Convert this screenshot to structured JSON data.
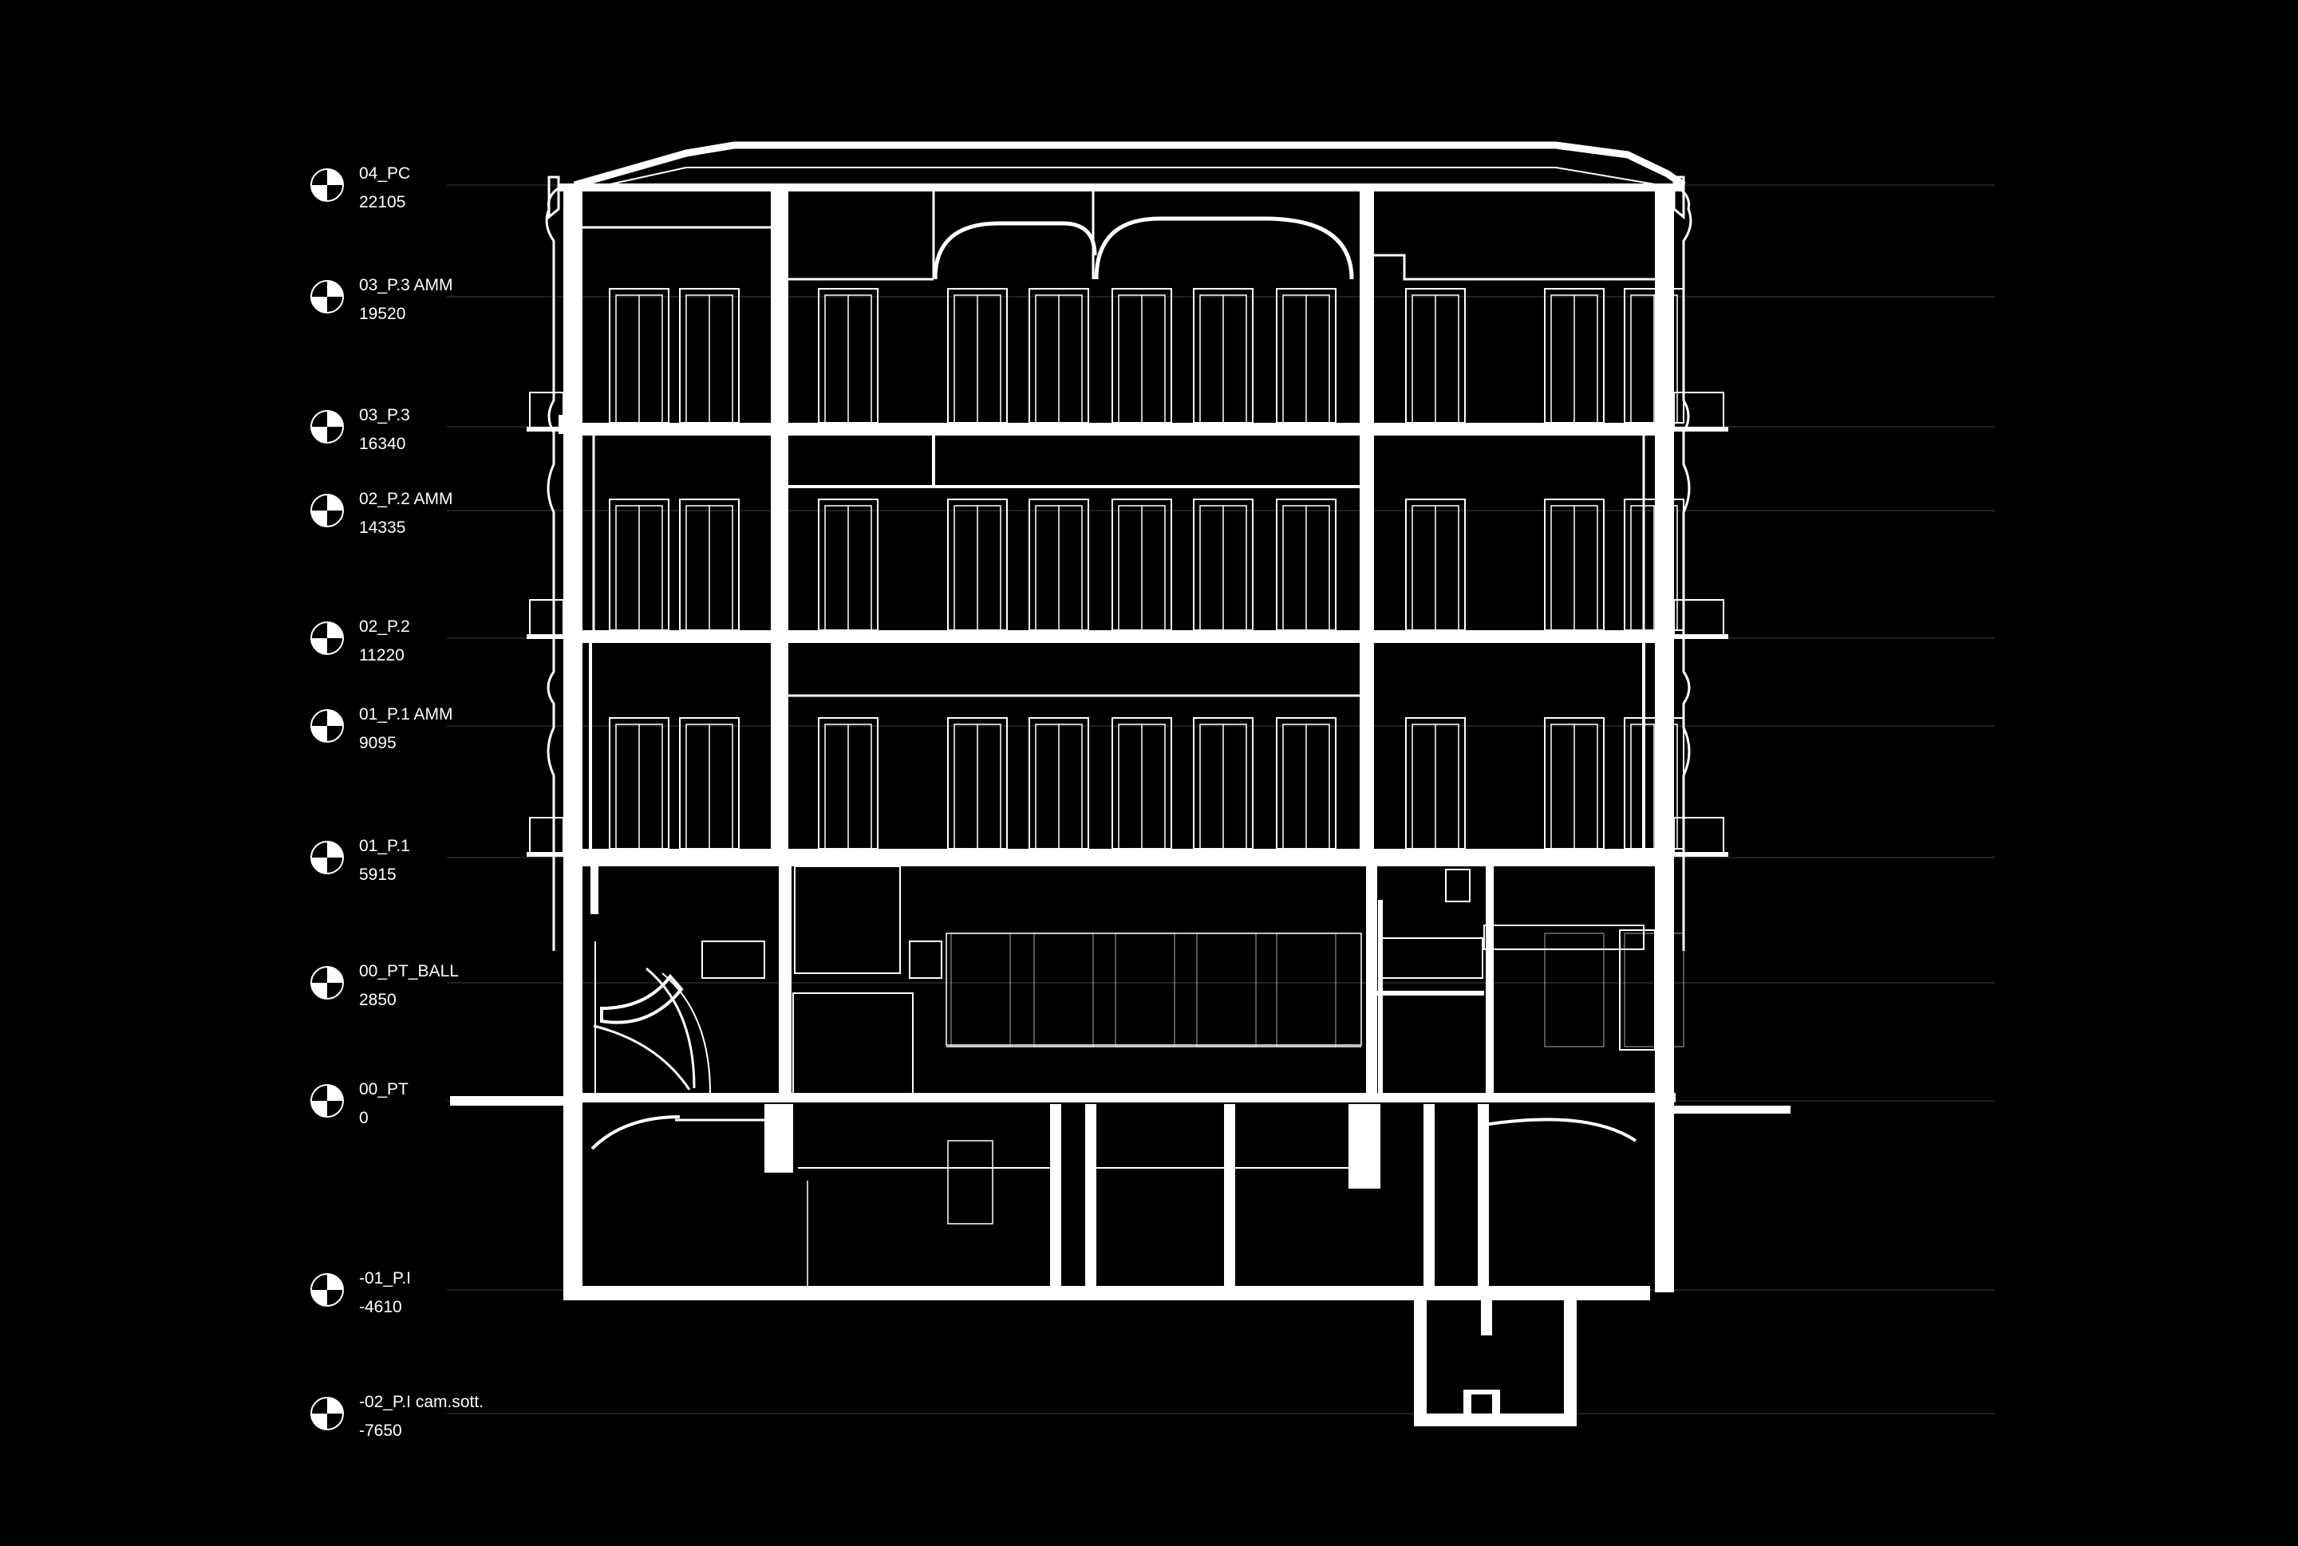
{
  "colors": {
    "background": "#000000",
    "line": "#ffffff"
  },
  "levels": [
    {
      "name": "04_PC",
      "elevation": "22105"
    },
    {
      "name": "03_P.3 AMM",
      "elevation": "19520"
    },
    {
      "name": "03_P.3",
      "elevation": "16340"
    },
    {
      "name": "02_P.2 AMM",
      "elevation": "14335"
    },
    {
      "name": "02_P.2",
      "elevation": "11220"
    },
    {
      "name": "01_P.1 AMM",
      "elevation": "9095"
    },
    {
      "name": "01_P.1",
      "elevation": "5915"
    },
    {
      "name": "00_PT_BALL",
      "elevation": "2850"
    },
    {
      "name": "00_PT",
      "elevation": "0"
    },
    {
      "name": "-01_P.I",
      "elevation": "-4610"
    },
    {
      "name": "-02_P.I cam.sott.",
      "elevation": "-7650"
    }
  ],
  "icons": {
    "level_marker": "level-datum-icon"
  }
}
